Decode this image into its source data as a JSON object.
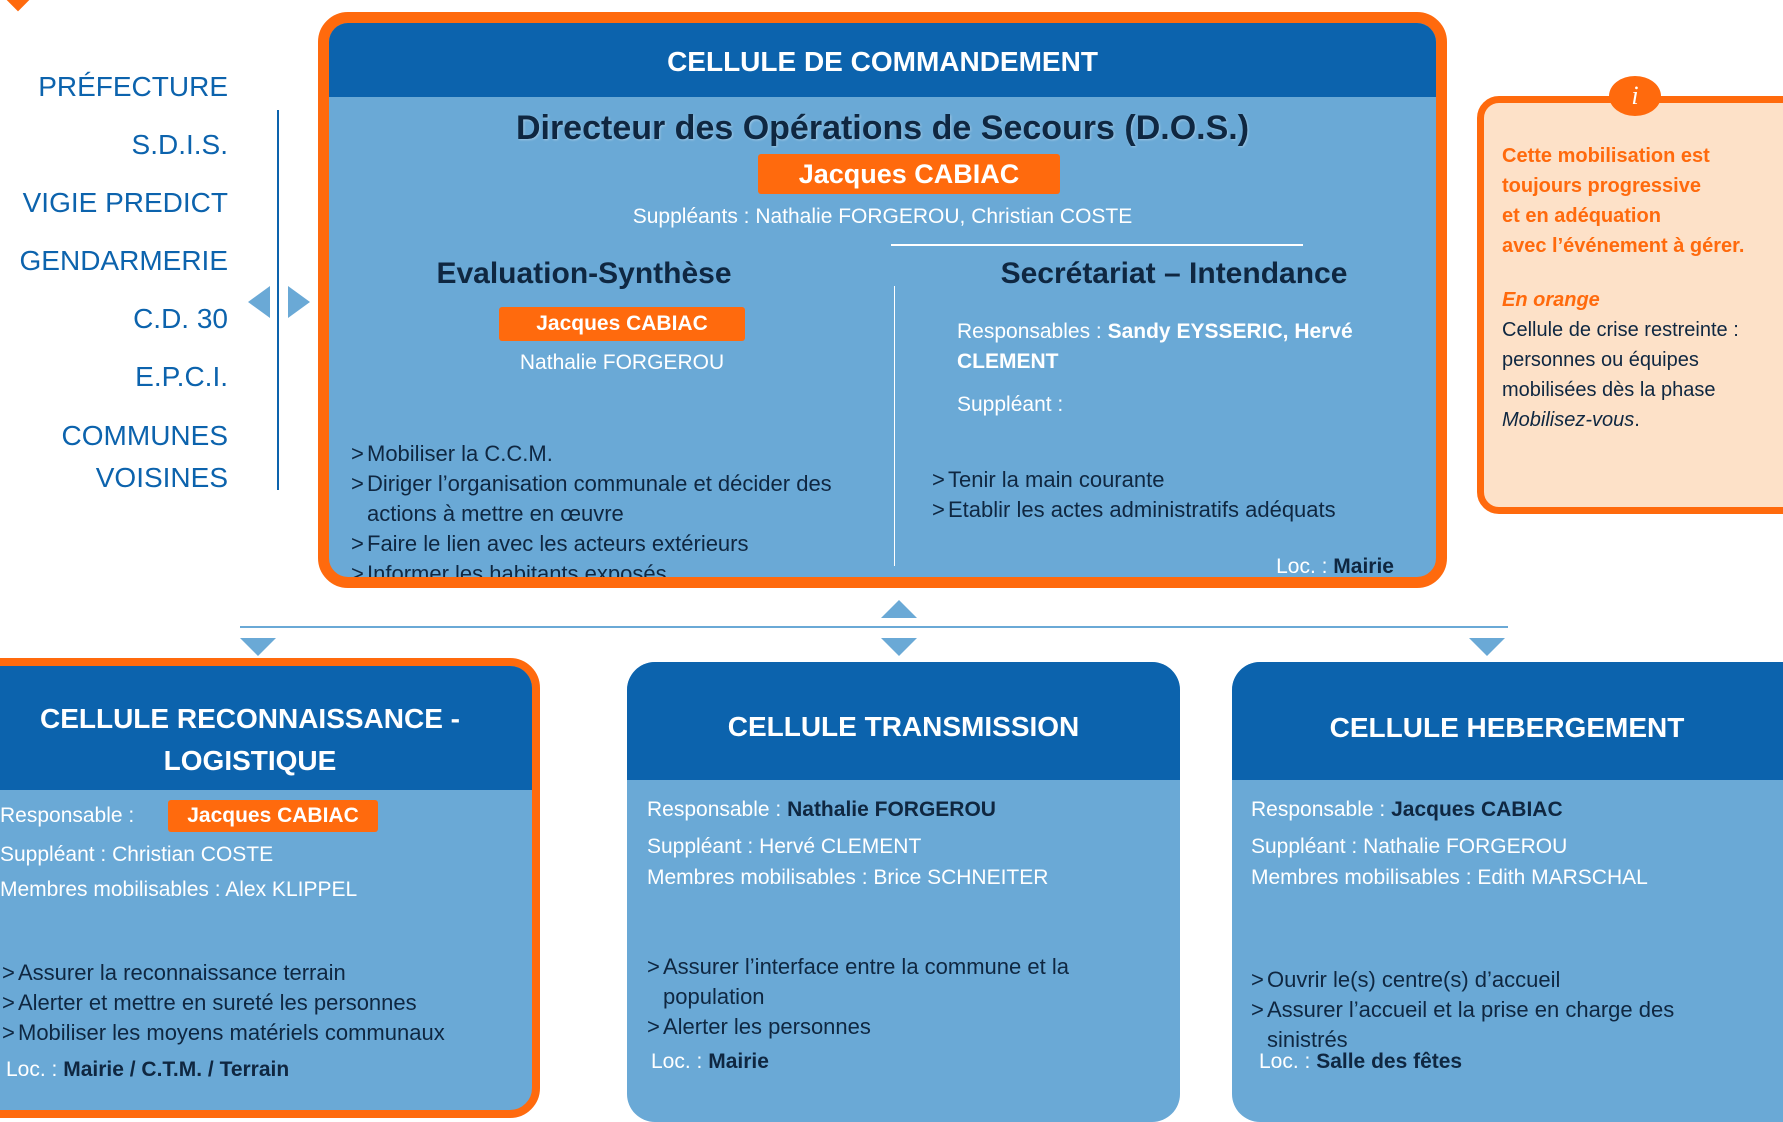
{
  "partners": [
    "PRÉFECTURE",
    "S.D.I.S.",
    "VIGIE PREDICT",
    "GENDARMERIE",
    "C.D. 30",
    "E.P.C.I.",
    "COMMUNES",
    "VOISINES"
  ],
  "commandement": {
    "title": "CELLULE DE COMMANDEMENT",
    "dos_title": "Directeur des Opérations de Secours (D.O.S.)",
    "dos_name": "Jacques CABIAC",
    "suppleants": "Suppléants : Nathalie FORGEROU, Christian COSTE",
    "eval": {
      "title": "Evaluation-Synthèse",
      "name": "Jacques CABIAC",
      "second": "Nathalie FORGEROU",
      "tasks": [
        "Mobiliser la C.C.M.",
        "Diriger l’organisation communale et décider des actions à mettre en œuvre",
        "Faire le lien avec les acteurs extérieurs",
        "Informer les habitants exposés"
      ]
    },
    "secretariat": {
      "title": "Secrétariat – Intendance",
      "resp_label": "Responsables : ",
      "resp_names": "Sandy EYSSERIC, Hervé CLEMENT",
      "suppleant": "Suppléant :",
      "tasks": [
        "Tenir la main courante",
        "Etablir les actes administratifs adéquats"
      ],
      "loc_label": "Loc. : ",
      "loc_value": "Mairie"
    }
  },
  "info": {
    "icon_letter": "i",
    "message": [
      "Cette mobilisation est",
      "toujours progressive",
      "et en adéquation",
      "avec l’événement à gérer."
    ],
    "orange_label": "En orange",
    "desc": "Cellule de crise restreinte : personnes ou équipes mobilisées dès la phase ",
    "desc_italic": "Mobilisez-vous",
    "desc_end": "."
  },
  "reconnaissance": {
    "title": "CELLULE RECONNAISSANCE - LOGISTIQUE",
    "resp_label": "Responsable :",
    "resp_name": "Jacques CABIAC",
    "suppleant": "Suppléant : Christian COSTE",
    "membres": "Membres mobilisables : Alex KLIPPEL",
    "tasks": [
      "Assurer la reconnaissance terrain",
      "Alerter et mettre en sureté les personnes",
      "Mobiliser les moyens matériels communaux"
    ],
    "loc_label": "Loc. : ",
    "loc_value": "Mairie / C.T.M. / Terrain"
  },
  "transmission": {
    "title": "CELLULE TRANSMISSION",
    "resp_label": "Responsable : ",
    "resp_name": "Nathalie FORGEROU",
    "suppleant": "Suppléant : Hervé CLEMENT",
    "membres": "Membres mobilisables : Brice SCHNEITER",
    "tasks": [
      "Assurer l’interface entre la commune et la population",
      "Alerter les personnes"
    ],
    "loc_label": "Loc. : ",
    "loc_value": "Mairie"
  },
  "hebergement": {
    "title": "CELLULE HEBERGEMENT",
    "resp_label": "Responsable : ",
    "resp_name": "Jacques CABIAC",
    "suppleant": "Suppléant : Nathalie FORGEROU",
    "membres": "Membres mobilisables : Edith MARSCHAL",
    "tasks": [
      "Ouvrir le(s) centre(s) d’accueil",
      "Assurer l’accueil et la prise en charge des sinistrés"
    ],
    "loc_label": "Loc. : ",
    "loc_value": "Salle des fêtes"
  },
  "colors": {
    "orange": "#ff6a0d",
    "blue_dark": "#0c63ad",
    "blue_light": "#6aa9d6",
    "partner_blue": "#0c63ad",
    "info_bg": "#fde1c8"
  }
}
